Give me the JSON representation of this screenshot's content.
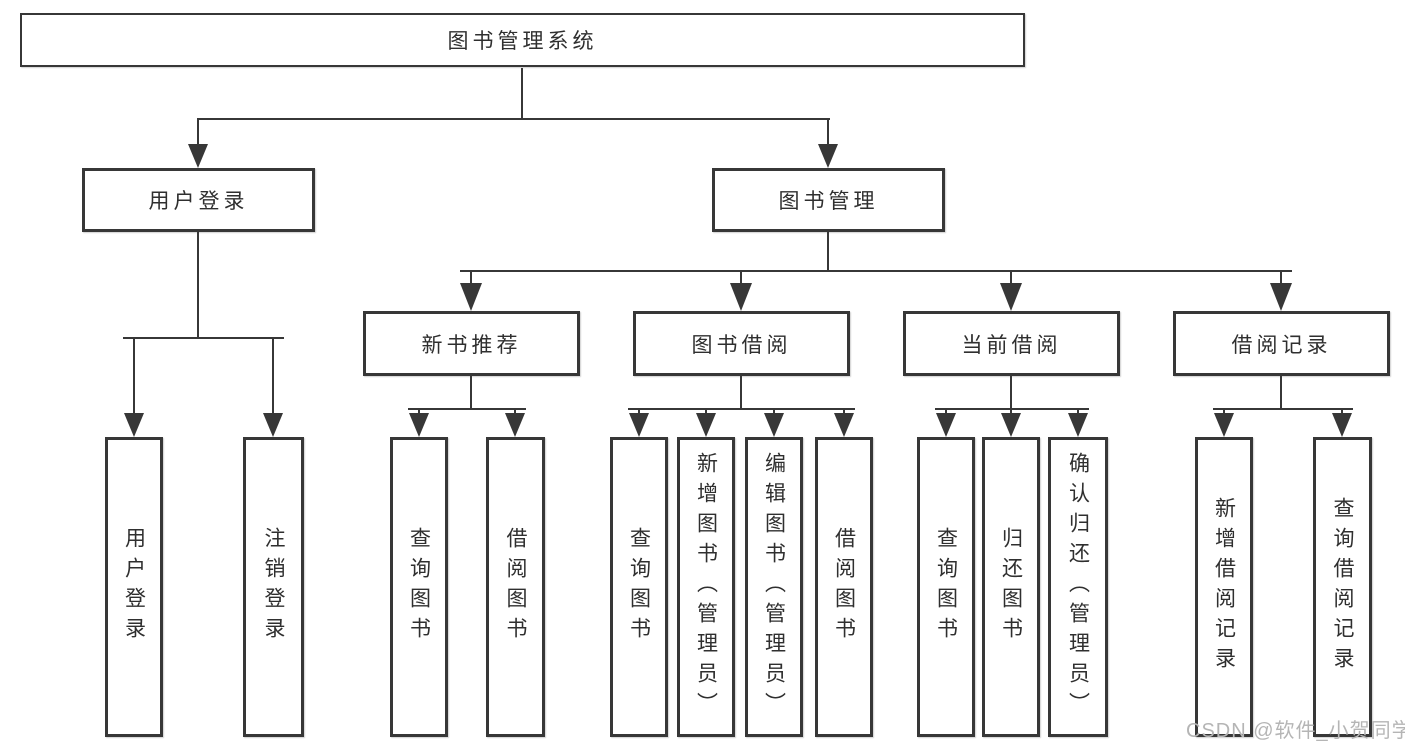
{
  "diagram_title": "图书管理系统",
  "nodes": {
    "root": "图书管理系统",
    "user_login": "用户登录",
    "book_mgmt": "图书管理",
    "new_book_rec": "新书推荐",
    "book_borrow": "图书借阅",
    "current_borrow": "当前借阅",
    "borrow_records": "借阅记录",
    "leaf_user_login": "用户登录",
    "leaf_logout": "注销登录",
    "leaf_nbr_query": "查询图书",
    "leaf_nbr_borrow": "借阅图书",
    "leaf_bb_query": "查询图书",
    "leaf_bb_add": "新增图书（管理员）",
    "leaf_bb_edit": "编辑图书（管理员）",
    "leaf_bb_borrow": "借阅图书",
    "leaf_cb_query": "查询图书",
    "leaf_cb_return": "归还图书",
    "leaf_cb_confirm": "确认归还（管理员）",
    "leaf_br_add": "新增借阅记录",
    "leaf_br_query": "查询借阅记录"
  },
  "hierarchy": {
    "图书管理系统": {
      "用户登录": [
        "用户登录",
        "注销登录"
      ],
      "图书管理": {
        "新书推荐": [
          "查询图书",
          "借阅图书"
        ],
        "图书借阅": [
          "查询图书",
          "新增图书（管理员）",
          "编辑图书（管理员）",
          "借阅图书"
        ],
        "当前借阅": [
          "查询图书",
          "归还图书",
          "确认归还（管理员）"
        ],
        "借阅记录": [
          "新增借阅记录",
          "查询借阅记录"
        ]
      }
    }
  },
  "watermark": "CSDN @软件_小贺同学",
  "colors": {
    "line": "#373737",
    "text": "#2f2f2f",
    "box_background": "#ffffff",
    "watermark": "#b5b5b5",
    "background": "#ffffff"
  }
}
